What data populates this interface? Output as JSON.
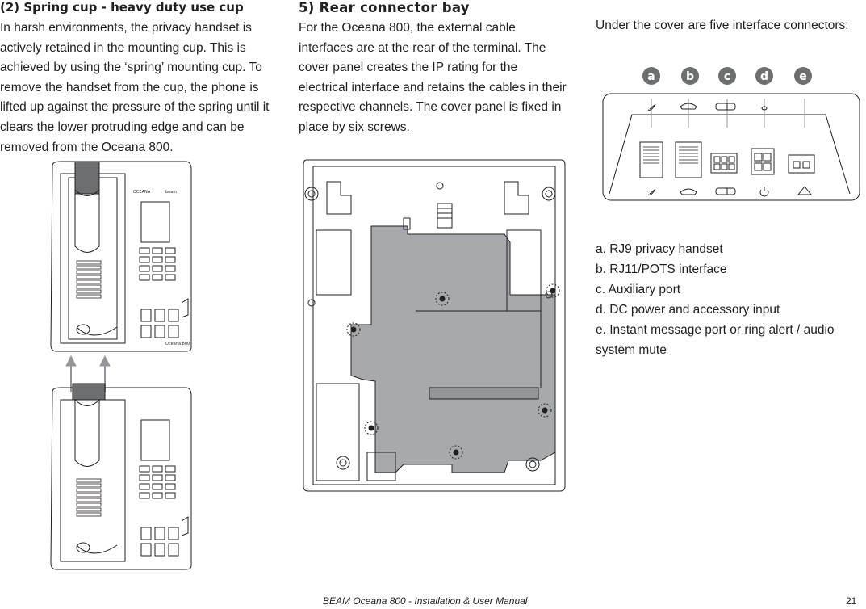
{
  "spring_cup": {
    "title": "(2) Spring cup - heavy duty use cup",
    "body": "In harsh environments, the privacy handset is actively retained in the mounting cup.  This is achieved by using the ‘spring’ mounting cup. To remove the handset from the cup, the phone is lifted up against the pressure of the spring until it clears the lower protruding edge and can be removed from the Oceana 800."
  },
  "rear_bay": {
    "title": "5)  Rear connector bay",
    "body": "For the Oceana 800, the external cable interfaces are at the rear of the terminal.  The cover panel creates the IP rating for the electrical interface and retains the cables in their respective channels.  The cover panel is fixed in place by six screws."
  },
  "connectors": {
    "intro": "Under the cover are five interface connectors:",
    "badges": [
      "a",
      "b",
      "c",
      "d",
      "e"
    ],
    "items": [
      "a.  RJ9 privacy handset",
      "b.  RJ11/POTS interface",
      "c.  Auxiliary port",
      "d.  DC power and accessory input",
      "e.  Instant message port or ring alert / audio system mute"
    ]
  },
  "phone_labels": {
    "brand": "OCEANA",
    "maker": "beam",
    "model": "Oceana 800"
  },
  "icons": {
    "handset": "handset-icon",
    "phone": "phone-icon",
    "aux": "aux-port-icon",
    "power": "power-icon",
    "alert": "alert-icon",
    "arrow": "lift-arrow-icon"
  },
  "footer": {
    "text": "BEAM Oceana 800 - Installation & User Manual",
    "page": "21"
  }
}
